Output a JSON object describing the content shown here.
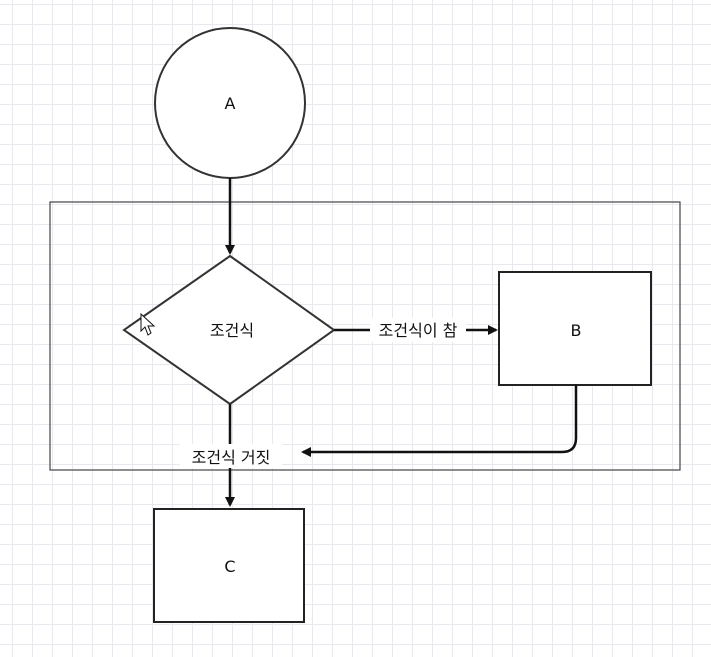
{
  "diagram": {
    "nodes": {
      "a": {
        "label": "A"
      },
      "condition": {
        "label": "조건식"
      },
      "b": {
        "label": "B"
      },
      "c": {
        "label": "C"
      }
    },
    "edges": {
      "true_label": "조건식이 참",
      "false_label": "조건식 거짓"
    }
  }
}
